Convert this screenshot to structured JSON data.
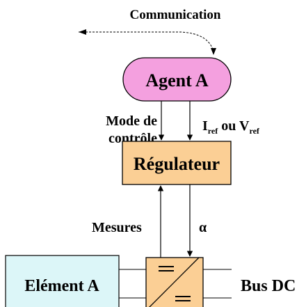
{
  "communication": "Communication",
  "agent": "Agent A",
  "mode_line1": "Mode de",
  "mode_line2": "contrôle",
  "iref": {
    "i": "I",
    "sub1": "ref",
    "ou": " ou ",
    "v": "V",
    "sub2": "ref"
  },
  "regulateur": "Régulateur",
  "mesures": "Mesures",
  "alpha": "α",
  "element": "Elément A",
  "bus": "Bus DC",
  "colors": {
    "agent_fill": "#f4a0df",
    "regulateur_fill": "#fbcf95",
    "element_fill": "#dcf6f8",
    "stroke": "#000000"
  }
}
